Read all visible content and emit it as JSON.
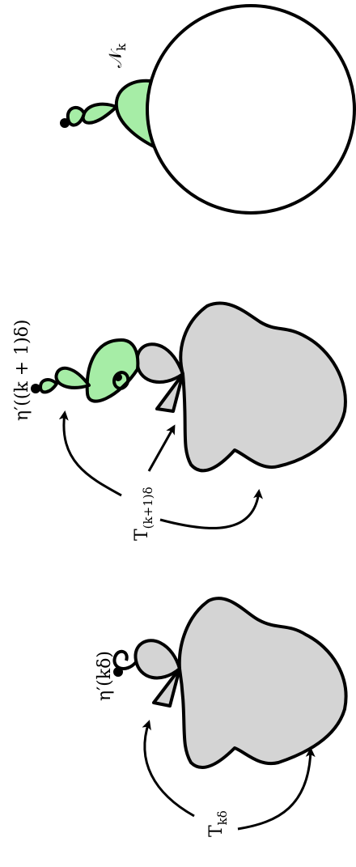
{
  "labels": {
    "eta_prime_k_delta": "η′(kδ)",
    "t_k_delta_main": "T",
    "t_k_delta_sub": "kδ",
    "eta_prime_k1_delta": "η′((k + 1)δ)",
    "t_k1_delta_main": "T",
    "t_k1_delta_sub": "(k+1)δ",
    "n_k": "𝒩",
    "n_k_sub": "k"
  },
  "colors": {
    "gray_fill": "#d4d4d4",
    "green_fill": "#a6eda6",
    "stroke": "#000000",
    "background": "#ffffff"
  }
}
